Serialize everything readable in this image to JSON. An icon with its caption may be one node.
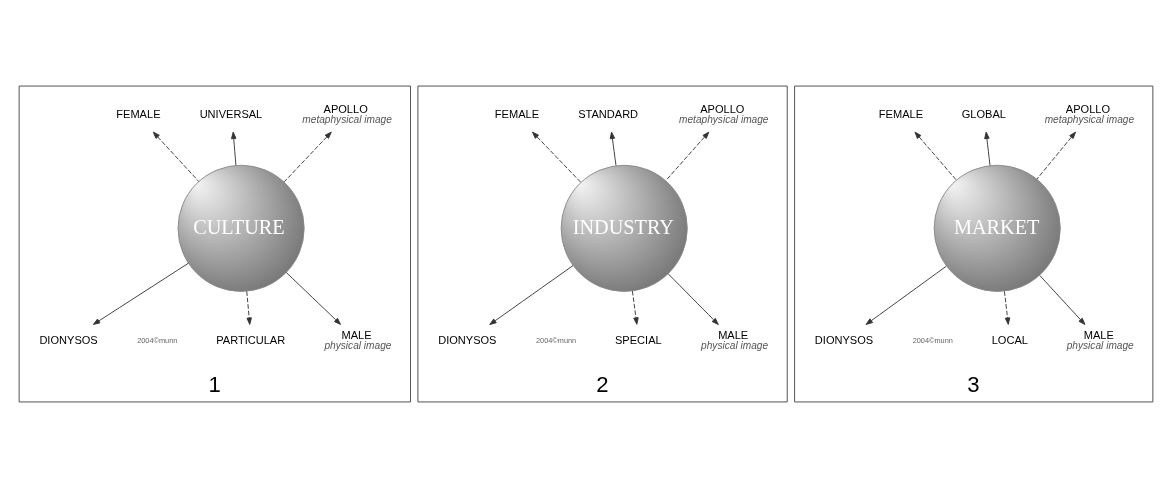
{
  "diagram": {
    "nodes": [
      {
        "text": [
          "1"
        ]
      },
      {
        "text": [
          "CULTURE"
        ],
        "in": 0
      },
      {
        "text": [
          "UNIVERSAL"
        ],
        "in": 0
      },
      {
        "text": [
          "FEMALE"
        ],
        "in": 0
      },
      {
        "text": [
          "APOLLO"
        ],
        "beside": [
          "metaphysical image"
        ],
        "in": 0
      },
      {
        "text": [
          "DIONYSOS"
        ],
        "in": 0
      },
      {
        "text": [
          "MALE"
        ],
        "beside": [
          "physical image"
        ],
        "in": 0
      },
      {
        "text": [
          "PARTICULAR"
        ],
        "in": 0
      },
      {
        "text": [
          "2"
        ]
      },
      {
        "text": [
          "INDUSTRY"
        ],
        "in": 8
      },
      {
        "text": [
          "STANDARD"
        ],
        "in": 8
      },
      {
        "text": [
          "FEMALE"
        ],
        "in": 8
      },
      {
        "text": [
          "APOLLO"
        ],
        "beside": [
          "metaphysical image"
        ],
        "in": 8
      },
      {
        "text": [
          "DIONYSOS"
        ],
        "in": 8
      },
      {
        "text": [
          "MALE"
        ],
        "beside": [
          "physical image"
        ],
        "in": 8
      },
      {
        "text": [
          "SPECIAL"
        ],
        "in": 8
      },
      {
        "text": [
          "3"
        ]
      },
      {
        "text": [
          "MARKET"
        ],
        "in": 16
      },
      {
        "text": [
          "GLOBAL"
        ],
        "in": 16
      },
      {
        "text": [
          "FEMALE"
        ],
        "in": 16
      },
      {
        "text": [
          "APOLLO"
        ],
        "beside": [
          "metaphysical image"
        ],
        "in": 16
      },
      {
        "text": [
          "DIONYSOS"
        ],
        "in": 16
      },
      {
        "text": [
          "MALE"
        ],
        "beside": [
          "physical image"
        ],
        "in": 16
      },
      {
        "text": [
          "LOCAL"
        ],
        "in": 16
      }
    ],
    "edges": [
      {
        "from": 1,
        "to": 2,
        "arrow": "to"
      },
      {
        "from": 1,
        "to": 3,
        "arrow": "to",
        "style": "dashed"
      },
      {
        "from": 1,
        "to": 4,
        "arrow": "to",
        "style": "dashed"
      },
      {
        "from": 1,
        "to": 5,
        "arrow": "to"
      },
      {
        "from": 1,
        "to": 6,
        "arrow": "to"
      },
      {
        "from": 1,
        "to": 7,
        "arrow": "to",
        "style": "dashed"
      },
      {
        "from": 9,
        "to": 10,
        "arrow": "to"
      },
      {
        "from": 9,
        "to": 11,
        "arrow": "to",
        "style": "dashed"
      },
      {
        "from": 9,
        "to": 12,
        "arrow": "to",
        "style": "dashed"
      },
      {
        "from": 9,
        "to": 13,
        "arrow": "to"
      },
      {
        "from": 9,
        "to": 14,
        "arrow": "to"
      },
      {
        "from": 9,
        "to": 15,
        "arrow": "to",
        "style": "dashed"
      },
      {
        "from": 17,
        "to": 18,
        "arrow": "to"
      },
      {
        "from": 17,
        "to": 19,
        "arrow": "to",
        "style": "dashed"
      },
      {
        "from": 17,
        "to": 20,
        "arrow": "to",
        "style": "dashed"
      },
      {
        "from": 17,
        "to": 21,
        "arrow": "to"
      },
      {
        "from": 17,
        "to": 22,
        "arrow": "to"
      },
      {
        "from": 17,
        "to": 23,
        "arrow": "to",
        "style": "dashed"
      }
    ],
    "labels": [
      "2004©munn",
      "2004©munn",
      "2004©munn"
    ]
  }
}
